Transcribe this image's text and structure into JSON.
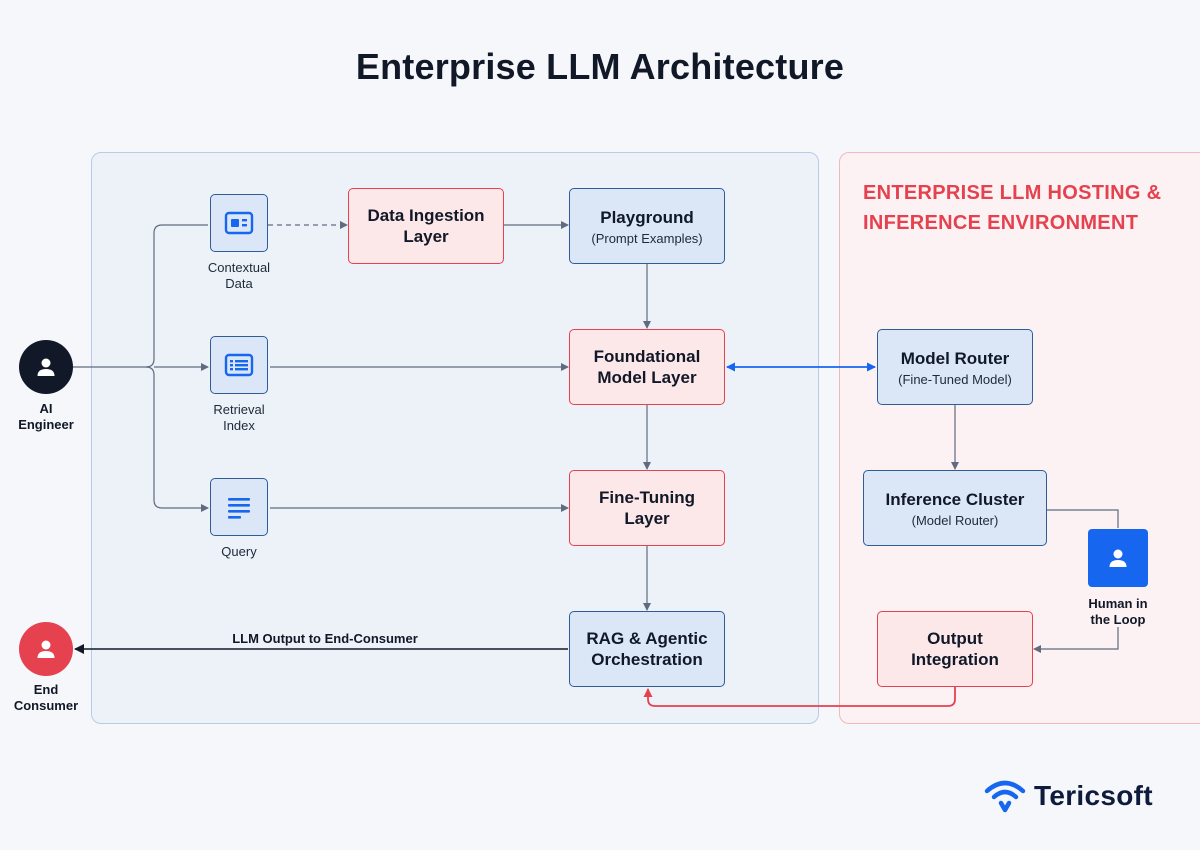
{
  "title": "Enterprise LLM Architecture",
  "regions": {
    "hosting_title": "ENTERPRISE LLM HOSTING & INFERENCE ENVIRONMENT"
  },
  "actors": {
    "ai_engineer": "AI\nEngineer",
    "end_consumer": "End\nConsumer",
    "human_in_loop": "Human in\nthe Loop"
  },
  "inputs": {
    "contextual_data": "Contextual\nData",
    "retrieval_index": "Retrieval\nIndex",
    "query": "Query"
  },
  "boxes": {
    "data_ingestion": "Data Ingestion\nLayer",
    "playground": {
      "title": "Playground",
      "subtitle": "(Prompt Examples)"
    },
    "foundational": "Foundational\nModel Layer",
    "fine_tuning": "Fine-Tuning\nLayer",
    "rag": "RAG & Agentic\nOrchestration",
    "model_router": {
      "title": "Model Router",
      "subtitle": "(Fine-Tuned Model)"
    },
    "inference_cluster": {
      "title": "Inference Cluster",
      "subtitle": "(Model Router)"
    },
    "output_integration": "Output\nIntegration"
  },
  "edges": {
    "llm_output": "LLM Output to End-Consumer"
  },
  "brand": {
    "name": "Tericsoft"
  },
  "icons": {
    "ai_engineer": "person-icon",
    "end_consumer": "person-icon",
    "human_in_loop": "person-icon",
    "contextual_data": "id-card-icon",
    "retrieval_index": "table-list-icon",
    "query": "text-lines-icon",
    "brand": "wifi-logo-icon"
  },
  "colors": {
    "blue_accent": "#2f5d98",
    "red_accent": "#e5414f",
    "blue_fill": "#dbe7f6",
    "red_fill": "#fde8e9",
    "human_in_loop": "#1766f0",
    "ai_engineer": "#111827",
    "end_consumer": "#e5414f",
    "bidirectional_arrow": "#1766f0",
    "brand_logo": "#1766f0"
  }
}
